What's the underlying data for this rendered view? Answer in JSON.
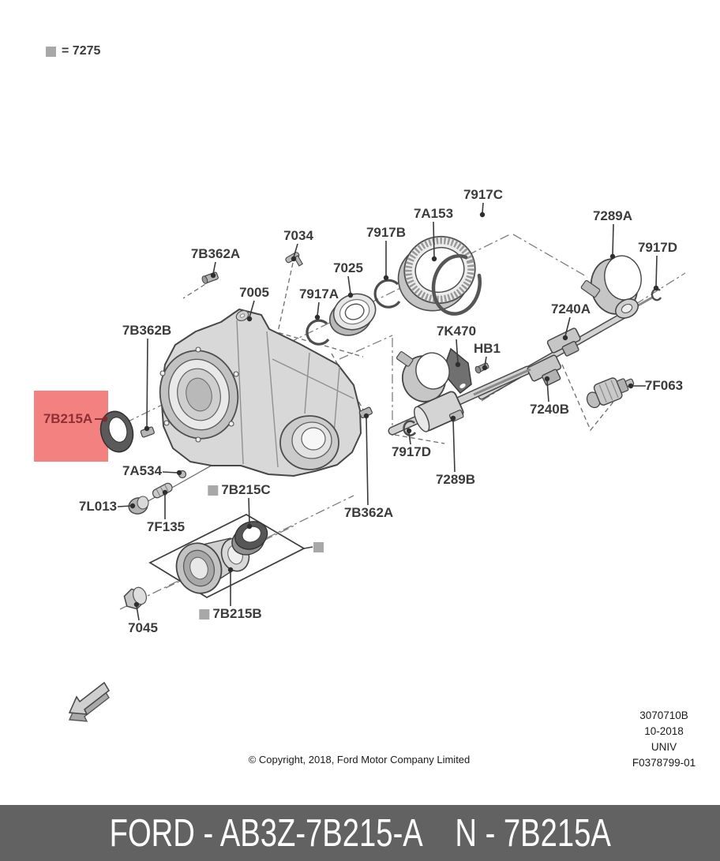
{
  "legend": {
    "text": "= 7275",
    "marker_color": "#a8a8a8"
  },
  "highlight": {
    "box_color": "#f3817f",
    "label_color": "#8e2f36"
  },
  "callouts": [
    {
      "text": "7917C"
    },
    {
      "text": "7A153"
    },
    {
      "text": "7289A"
    },
    {
      "text": "7917D"
    },
    {
      "text": "7917B"
    },
    {
      "text": "7034"
    },
    {
      "text": "7B362A"
    },
    {
      "text": "7025"
    },
    {
      "text": "7005"
    },
    {
      "text": "7917A"
    },
    {
      "text": "7B362B"
    },
    {
      "text": "7240A"
    },
    {
      "text": "7K470"
    },
    {
      "text": "HB1"
    },
    {
      "text": "7F063"
    },
    {
      "text": "7240B"
    },
    {
      "text": "7917D"
    },
    {
      "text": "7289B"
    },
    {
      "text": "7B362A"
    },
    {
      "text": "7A534"
    },
    {
      "text": "7L013"
    },
    {
      "text": "7F135"
    },
    {
      "text": "7B215C",
      "marker": true
    },
    {
      "text": "7B215B",
      "marker": true
    },
    {
      "text": "7045"
    },
    {
      "text": "7B215A",
      "highlighted": true
    }
  ],
  "footer": {
    "copyright": "© Copyright, 2018, Ford Motor Company Limited",
    "doc_info": [
      "3070710B",
      "10-2018",
      "UNIV",
      "F0378799-01"
    ],
    "banner": {
      "left": "FORD - AB3Z-7B215-A",
      "right": "N - 7B215A",
      "bg_color": "#626262"
    }
  }
}
